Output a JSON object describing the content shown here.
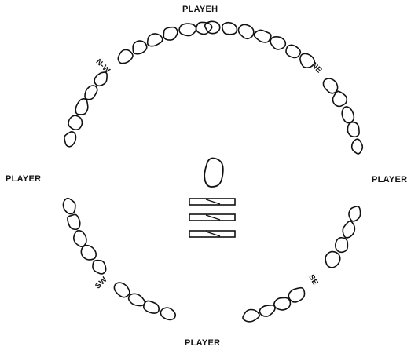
{
  "labels": {
    "player_top": "PLAYEH",
    "player_bottom": "PLAYER",
    "player_left": "PLAYER",
    "player_right": "PLAYER",
    "dir_nw": "N-W",
    "dir_ne": "NE",
    "dir_sw": "SW",
    "dir_se": "SE"
  },
  "colors": {
    "ink": "#111111",
    "background": "#ffffff"
  }
}
